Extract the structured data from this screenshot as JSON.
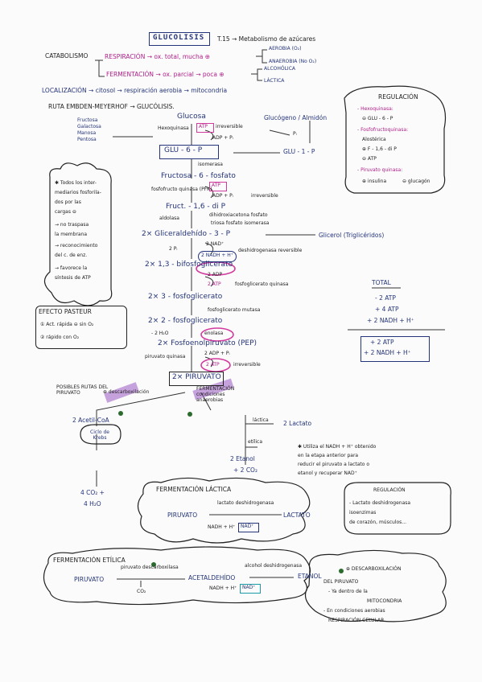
{
  "header": {
    "title": "GLUCOLISIS",
    "subtitle": "T.15 → Metabolismo de azúcares"
  },
  "catabolismo": {
    "label": "CATABOLISMO",
    "respiracion": "RESPIRACIÓN → ox. total, mucha ⊕",
    "aerobia": "AEROBIA (O₂)",
    "anaerobia": "ANAEROBIA (No O₂)",
    "fermentacion": "FERMENTACIÓN → ox. parcial → poca ⊕",
    "alcoholica": "ALCOHÓLICA",
    "lactica": "LÁCTICA"
  },
  "localizacion": "LOCALIZACIÓN → citosol → respiración aerobia → mitocondria",
  "ruta": "RUTA EMBDEN-MEYERHOF → GLUCÓLISIS.",
  "sugars": [
    "Fructosa",
    "Galactosa",
    "Manosa",
    "Pentosa"
  ],
  "pathway": {
    "glucosa": "Glucosa",
    "glucogeno": "Glucógeno / Almidón",
    "hexoquinasa": "Hexoquinasa",
    "atp1": "ATP",
    "irreversible1": "irreversible",
    "adp1": "ADP + Pᵢ",
    "pi": "Pᵢ",
    "g6p": "GLU - 6 - P",
    "g1p": "GLU - 1 - P",
    "isomerasa": "isomerasa",
    "f6p": "Fructosa - 6 - fosfato",
    "fosfofructoquinasa": "fosfofructo quinasa (PFK)",
    "atp2": "ATP",
    "adp2": "ADP + Pᵢ",
    "irreversible2": "irreversible",
    "f16dp": "Fruct. - 1,6 - di P",
    "aldolasa": "aldolasa",
    "dhap": "dihidroxiacetona fosfato",
    "triosafosfato": "triosa fosfato isomerasa",
    "g3p": "2× Gliceraldehído - 3 - P",
    "glicerol": "Glicerol (Triglicéridos)",
    "pi2": "2 Pᵢ",
    "nad": "2 NAD⁺",
    "nadh": "2 NADH + H⁺",
    "deshidrogenasa": "deshidrogenasa reversible",
    "bpg": "2× 1,3 - bifosfoglicerato",
    "adp3": "2 ADP",
    "atp3": "2 ATP",
    "fosfoglicerato_quinasa": "fosfoglicerato quinasa",
    "pg3": "2× 3 - fosfoglicerato",
    "mutasa": "fosfoglicerato mutasa",
    "pg2": "2× 2 - fosfoglicerato",
    "agua": "- 2 H₂O",
    "enolasa": "enolasa",
    "pep": "2× Fosfoenolpiruvato (PEP)",
    "piruvato_quinasa": "piruvato quinasa",
    "adp4": "2 ADP + Pᵢ",
    "atp4": "2 ATP",
    "irreversible3": "irreversible",
    "piruvato": "2× PIRUVATO"
  },
  "notes_box": {
    "lines": [
      "✱ Todos los inter-",
      "mediarios fosforila-",
      "dos por las",
      "cargas ⊖",
      "→ no traspasa",
      "  la membrana",
      "→ reconocimiento",
      "  del c. de enz.",
      "→ favorece la",
      "  síntesis de ATP"
    ]
  },
  "regulacion": {
    "title": "REGULACIÓN",
    "lines": [
      "- Hexoquinasa:",
      "⊖ GLU - 6 - P",
      "- Fosfofructoquinasa:",
      "Alostérica",
      "⊕ F - 1,6 - di P",
      "⊖ ATP",
      "- Piruvato quinasa:",
      "⊕ insulina",
      "⊖ glucagón"
    ]
  },
  "pasteur": {
    "title": "EFECTO PASTEUR",
    "l1": "① Act. rápida ⊖ sin O₂",
    "l2": "② rápido con O₂"
  },
  "total": {
    "title": "TOTAL",
    "lines": [
      "- 2 ATP",
      "+ 4 ATP",
      "+ 2 NADH + H⁺"
    ],
    "result": [
      "+ 2 ATP",
      "+ 2 NADH + H⁺"
    ]
  },
  "posibles": {
    "label": "POSIBLES RUTAS DEL PIRUVATO",
    "a": "⊕ descarboxilación",
    "b": "FERMENTACIÓN condiciones anaerobias",
    "acetil": "2 Acetil-CoA",
    "krebs": "Ciclo de Krebs",
    "co2": "4 CO₂ +",
    "h2o": "4 H₂O",
    "lactica": "láctica",
    "lactato": "2 Lactato",
    "etilica": "etílica",
    "etanol": "2 Etanol",
    "co2b": "+ 2 CO₂",
    "nota": [
      "✱ Utiliza el NADH + H⁺ obtenido",
      "en la etapa anterior para",
      "reducir el piruvato a lactato o",
      "etanol y recuperar NAD⁺"
    ]
  },
  "ferm_lactica": {
    "title": "FERMENTACIÓN LÁCTICA",
    "enzima": "lactato deshidrogenasa",
    "piruvato": "PIRUVATO",
    "lactato": "LACTATO",
    "nadh": "NADH + H⁺",
    "nad": "NAD⁺"
  },
  "regulacion2": {
    "title": "REGULACIÓN",
    "lines": [
      "- Lactato deshidrogenasa",
      "  isoenzimas",
      "  de corazón, músculos..."
    ]
  },
  "ferm_etilica": {
    "title": "FERMENTACIÓN ETÍLICA",
    "piruvato": "PIRUVATO",
    "enzima1": "piruvato descarboxilasa",
    "acetaldehido": "ACETALDEHÍDO",
    "enzima2": "alcohol deshidrogenasa",
    "etanol": "ETANOL",
    "co2": "CO₂",
    "nadh": "NADH + H⁺",
    "nad": "NAD⁺"
  },
  "descarboxilacion": {
    "lines": [
      "⊕ DESCARBOXILACIÓN",
      "DEL PIRUVATO",
      "- Ya dentro de la",
      "MITOCONDRIA",
      "- En condiciones aerobias",
      "RESPIRACIÓN CELULAR"
    ]
  }
}
